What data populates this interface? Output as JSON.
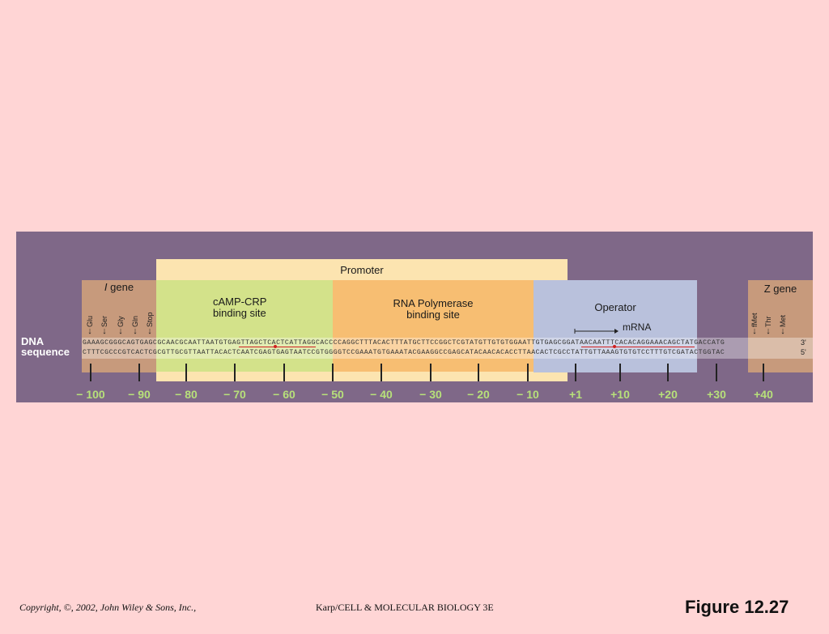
{
  "diagram": {
    "regions": {
      "promoter": "Promoter",
      "i_gene_italic": "I",
      "i_gene_rest": " gene",
      "camp_crp": "cAMP-CRP\nbinding site",
      "rna_pol": "RNA Polymerase\nbinding site",
      "operator": "Operator",
      "mrna": "mRNA",
      "z_gene": "Z gene"
    },
    "i_gene_amino_acids": [
      "Glu",
      "Ser",
      "Gly",
      "Gln",
      "Stop"
    ],
    "z_gene_amino_acids": [
      "fMet",
      "Thr",
      "Met"
    ],
    "dna_label": "DNA\nsequence",
    "strand_top": "GAAAGCGGGCAGTGAGCGCAACGCAATTAATGTGAGTTAGCTCACTCATTAGGCACCCCAGGCTTTACACTTTATGCTTCCGGCTCGTATGTTGTGTGGAATTGTGAGCGGATAACAATTTCACACAGGAAACAGCTATGACCATG",
    "strand_bottom": "CTTTCGCCCGTCACTCGCGTTGCGTTAATTACACTCAATCGAGTGAGTAATCCGTGGGGTCCGAAATGTGAAATACGAAGGCCGAGCATACAACACACCTTAACACTCGCCTATTGTTAAAGTGTGTCCTTTGTCGATACTGGTAC",
    "end_top": "3'",
    "end_bottom": "5'",
    "positions": [
      "− 100",
      "− 90",
      "− 80",
      "− 70",
      "− 60",
      "− 50",
      "− 40",
      "− 30",
      "− 20",
      "− 10",
      "+1",
      "+10",
      "+20",
      "+30",
      "+40"
    ]
  },
  "footer": {
    "copyright": "Copyright, ©, 2002, John Wiley & Sons, Inc.,",
    "book": "Karp/CELL & MOLECULAR BIOLOGY 3E",
    "figure": "Figure 12.27"
  },
  "colors": {
    "background": "#ffd5d5",
    "panel": "#7f6888",
    "promoter": "#fce4b0",
    "gene": "#c79a7c",
    "camp_crp": "#d3e28a",
    "rna_pol": "#f7be72",
    "operator": "#b9c1dc",
    "position_labels": "#b7e07a"
  }
}
